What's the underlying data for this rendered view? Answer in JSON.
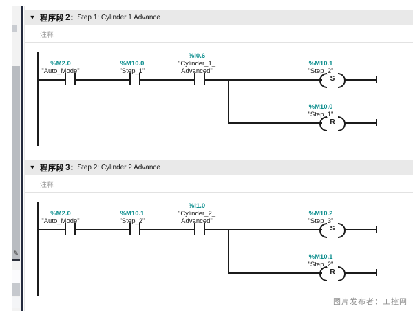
{
  "app": {
    "editor": "ladder-logic-editor",
    "watermark": "图片发布者：工控网"
  },
  "colors": {
    "address_text": "#0f8f8f",
    "wire": "#1b1b1b",
    "header_bg": "#e9e9e9",
    "pane_line": "#232a3d",
    "comment_text": "#9b9b9b"
  },
  "networks": [
    {
      "label": "程序段",
      "number": "2",
      "colon": ":",
      "description": "Step 1: Cylinder 1 Advance",
      "comment": "注释",
      "collapse_glyph": "▼",
      "contacts": [
        {
          "address": "%M2.0",
          "symbol_line1": "\"Auto_Mode\"",
          "symbol_line2": "",
          "type": "NO"
        },
        {
          "address": "%M10.0",
          "symbol_line1": "\"Step_1\"",
          "symbol_line2": "",
          "type": "NO"
        },
        {
          "address": "%I0.6",
          "symbol_line1": "\"Cylinder_1_",
          "symbol_line2": "Advanced\"",
          "type": "NO"
        }
      ],
      "coils": [
        {
          "address": "%M10.1",
          "symbol_line1": "\"Step_2\"",
          "letter": "S",
          "branch": "main"
        },
        {
          "address": "%M10.0",
          "symbol_line1": "\"Step_1\"",
          "letter": "R",
          "branch": "sub"
        }
      ]
    },
    {
      "label": "程序段",
      "number": "3",
      "colon": ":",
      "description": "Step 2: Cylinder 2 Advance",
      "comment": "注释",
      "collapse_glyph": "▼",
      "contacts": [
        {
          "address": "%M2.0",
          "symbol_line1": "\"Auto_Mode\"",
          "symbol_line2": "",
          "type": "NO"
        },
        {
          "address": "%M10.1",
          "symbol_line1": "\"Step_2\"",
          "symbol_line2": "",
          "type": "NO"
        },
        {
          "address": "%I1.0",
          "symbol_line1": "\"Cylinder_2_",
          "symbol_line2": "Advanced\"",
          "type": "NO"
        }
      ],
      "coils": [
        {
          "address": "%M10.2",
          "symbol_line1": "\"Step_3\"",
          "letter": "S",
          "branch": "main"
        },
        {
          "address": "%M10.1",
          "symbol_line1": "\"Step_2\"",
          "letter": "R",
          "branch": "sub"
        }
      ]
    }
  ]
}
